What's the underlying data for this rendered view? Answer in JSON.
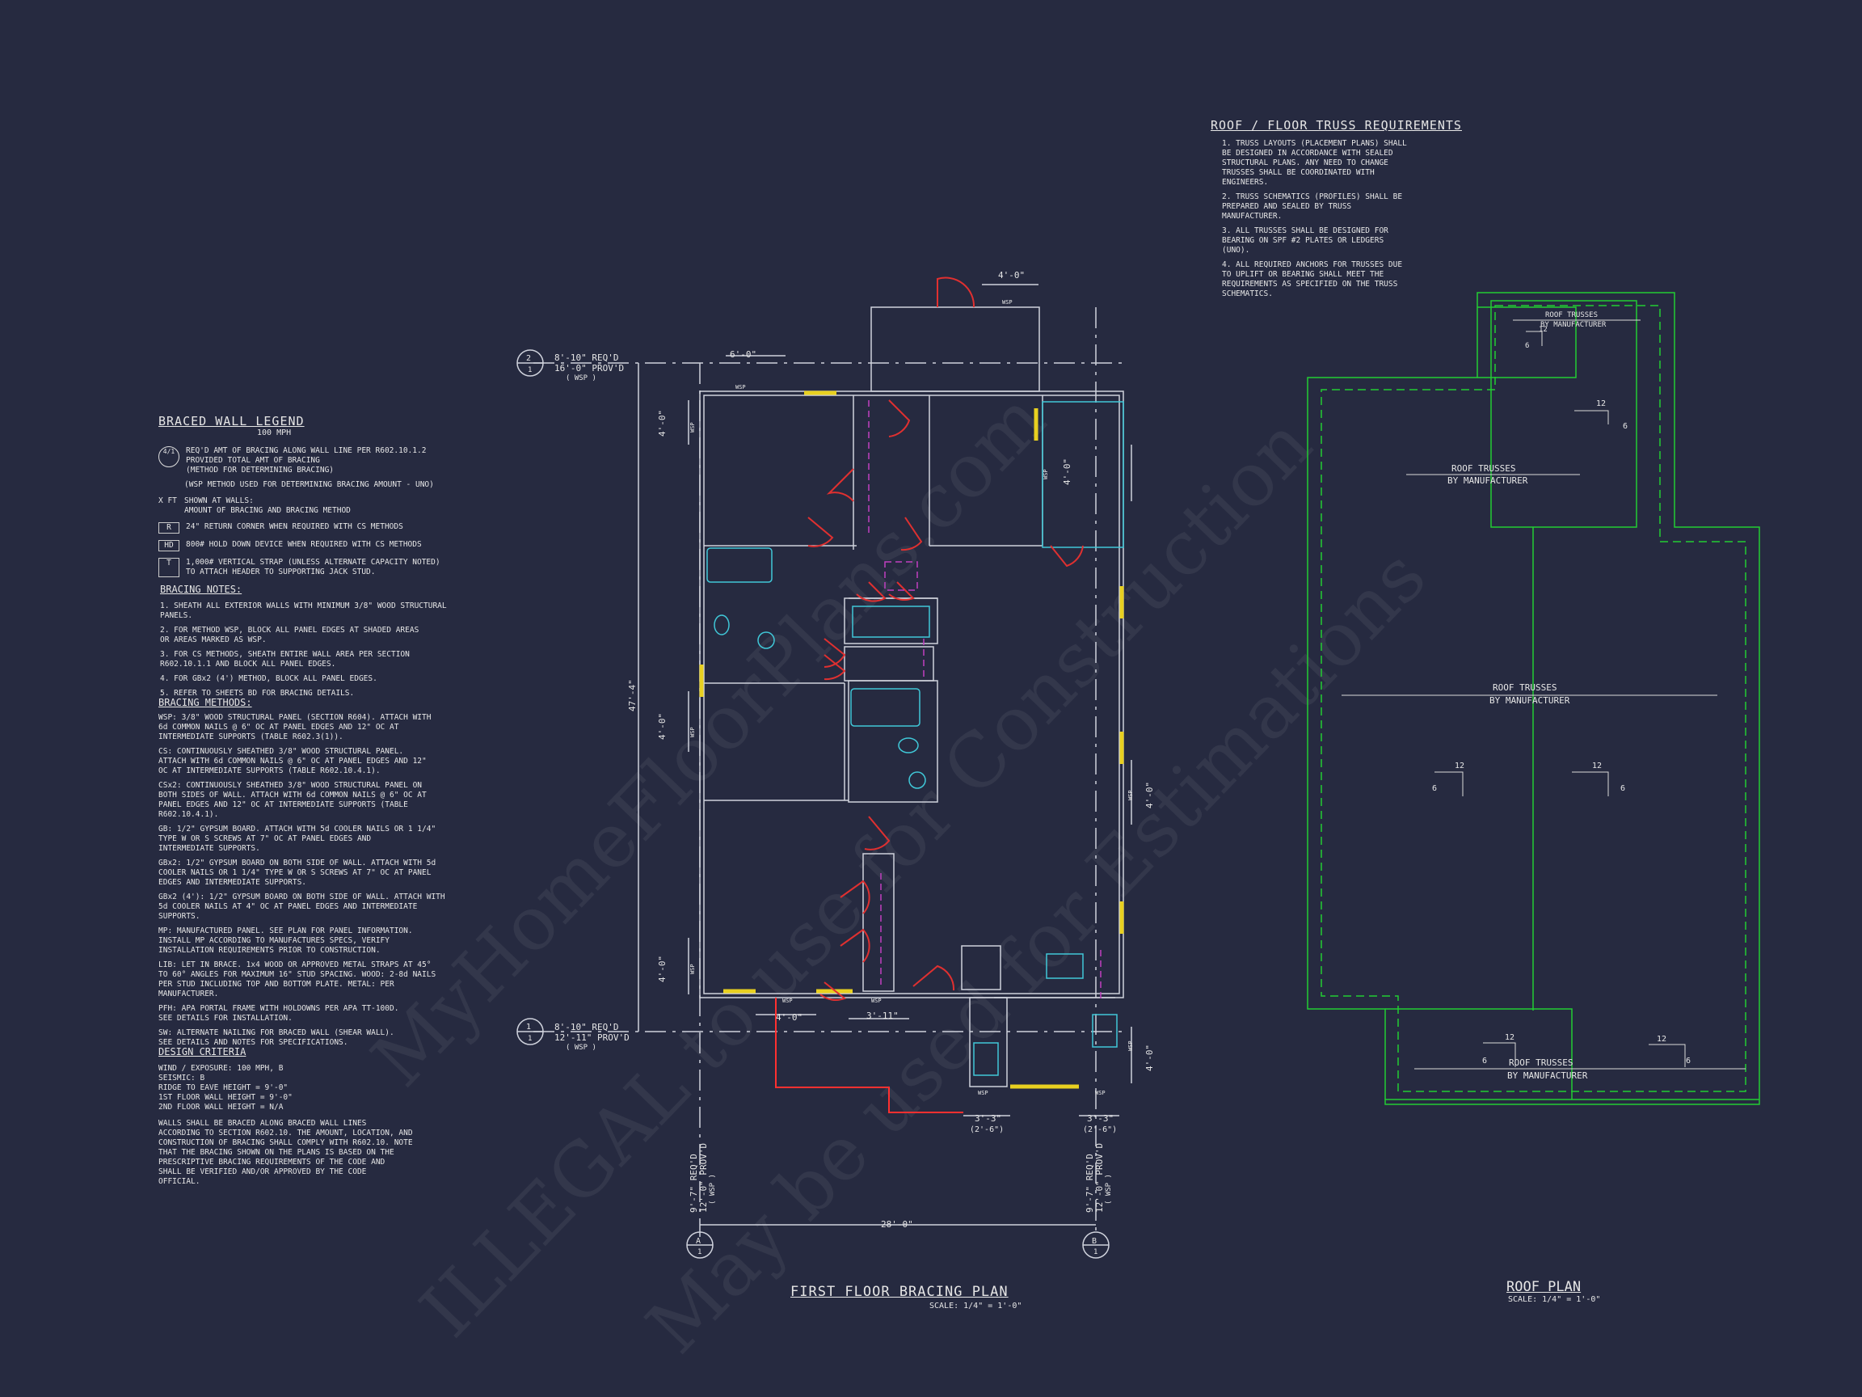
{
  "colors": {
    "background": "#262a40",
    "linework": "#cfd2dc",
    "bracing": "#e8d020",
    "doors": "#e03030",
    "fixtures": "#40c8d8",
    "dashes": "#c040c0",
    "roof": "#22cc33",
    "hatch": "#ff3030"
  },
  "legend": {
    "title": "BRACED WALL LEGEND",
    "subtitle": "100 MPH",
    "items": [
      {
        "symbol": "4/1",
        "text": "REQ'D AMT OF BRACING ALONG WALL LINE PER R602.10.1.2\nPROVIDED TOTAL AMT OF BRACING\n(METHOD FOR DETERMINING BRACING)"
      },
      {
        "symbol": "",
        "text": "(WSP METHOD USED FOR DETERMINING BRACING AMOUNT - UNO)"
      },
      {
        "symbol": "X FT",
        "text": "SHOWN AT WALLS:\nAMOUNT OF BRACING AND BRACING METHOD"
      },
      {
        "symbol": "R",
        "text": "24\" RETURN CORNER WHEN REQUIRED WITH CS METHODS"
      },
      {
        "symbol": "HD",
        "text": "800# HOLD DOWN DEVICE WHEN REQUIRED WITH CS METHODS"
      },
      {
        "symbol": "T",
        "text": "1,000# VERTICAL STRAP (UNLESS ALTERNATE CAPACITY NOTED)\nTO ATTACH HEADER TO SUPPORTING JACK STUD."
      }
    ]
  },
  "bracing_notes": {
    "title": "BRACING NOTES:",
    "items": [
      "1. SHEATH ALL EXTERIOR WALLS WITH MINIMUM 3/8\" WOOD STRUCTURAL\nPANELS.",
      "2. FOR METHOD WSP, BLOCK ALL PANEL EDGES AT SHADED AREAS\nOR AREAS MARKED AS WSP.",
      "3. FOR CS METHODS, SHEATH ENTIRE WALL AREA PER SECTION\nR602.10.1.1 AND BLOCK ALL PANEL EDGES.",
      "4. FOR GBx2 (4') METHOD, BLOCK ALL PANEL EDGES.",
      "5. REFER TO SHEETS BD FOR BRACING DETAILS."
    ]
  },
  "bracing_methods": {
    "title": "BRACING METHODS:",
    "items": [
      "WSP: 3/8\" WOOD STRUCTURAL PANEL (SECTION R604). ATTACH WITH\n6d COMMON NAILS @ 6\" OC AT PANEL EDGES AND 12\" OC AT\nINTERMEDIATE SUPPORTS (TABLE R602.3(1)).",
      "CS: CONTINUOUSLY SHEATHED 3/8\" WOOD STRUCTURAL PANEL.\nATTACH WITH 6d COMMON NAILS @ 6\" OC AT PANEL EDGES AND 12\"\nOC AT INTERMEDIATE SUPPORTS (TABLE R602.10.4.1).",
      "CSx2: CONTINUOUSLY SHEATHED 3/8\" WOOD STRUCTURAL PANEL ON\nBOTH SIDES OF WALL. ATTACH WITH 6d COMMON NAILS @ 6\" OC AT\nPANEL EDGES AND 12\" OC AT INTERMEDIATE SUPPORTS (TABLE\nR602.10.4.1).",
      "GB: 1/2\" GYPSUM BOARD. ATTACH WITH 5d COOLER NAILS OR 1 1/4\"\nTYPE W OR S SCREWS AT 7\" OC AT PANEL EDGES AND\nINTERMEDIATE SUPPORTS.",
      "GBx2: 1/2\" GYPSUM BOARD ON BOTH SIDE OF WALL. ATTACH WITH 5d\nCOOLER NAILS OR 1 1/4\" TYPE W OR S SCREWS AT 7\" OC AT PANEL\nEDGES AND INTERMEDIATE SUPPORTS.",
      "GBx2 (4'): 1/2\" GYPSUM BOARD ON BOTH SIDE OF WALL. ATTACH WITH\n5d COOLER NAILS AT 4\" OC AT PANEL EDGES AND INTERMEDIATE\nSUPPORTS.",
      "MP: MANUFACTURED PANEL. SEE PLAN FOR PANEL INFORMATION.\nINSTALL MP ACCORDING TO MANUFACTURES SPECS, VERIFY\nINSTALLATION REQUIREMENTS PRIOR TO CONSTRUCTION.",
      "LIB: LET IN BRACE. 1x4 WOOD OR APPROVED METAL STRAPS AT 45°\nTO 60° ANGLES FOR MAXIMUM 16\" STUD SPACING. WOOD: 2-8d NAILS\nPER STUD INCLUDING TOP AND BOTTOM PLATE. METAL: PER\nMANUFACTURER.",
      "PFH: APA PORTAL FRAME WITH HOLDOWNS PER APA TT-100D.\nSEE DETAILS FOR INSTALLATION.",
      "SW: ALTERNATE NAILING FOR BRACED WALL (SHEAR WALL).\nSEE DETAILS AND NOTES FOR SPECIFICATIONS."
    ]
  },
  "design_criteria": {
    "title": "DESIGN CRITERIA",
    "items": [
      "WIND / EXPOSURE:  100 MPH, B\nSEISMIC:  B\nRIDGE TO EAVE HEIGHT = 9'-0\"\n1ST FLOOR WALL HEIGHT = 9'-0\"\n2ND FLOOR WALL HEIGHT = N/A",
      "WALLS SHALL BE BRACED ALONG BRACED WALL LINES\nACCORDING TO SECTION R602.10. THE AMOUNT, LOCATION, AND\nCONSTRUCTION OF BRACING SHALL COMPLY WITH R602.10. NOTE\nTHAT THE BRACING SHOWN ON THE PLANS IS BASED ON THE\nPRESCRIPTIVE BRACING REQUIREMENTS OF THE CODE AND\nSHALL BE VERIFIED AND/OR APPROVED BY THE CODE\nOFFICIAL."
    ]
  },
  "truss": {
    "title": "ROOF / FLOOR  TRUSS REQUIREMENTS",
    "items": [
      "1. TRUSS LAYOUTS (PLACEMENT PLANS) SHALL\nBE DESIGNED IN ACCORDANCE WITH SEALED\nSTRUCTURAL PLANS. ANY NEED TO CHANGE\nTRUSSES SHALL BE COORDINATED WITH\nENGINEERS.",
      "2. TRUSS SCHEMATICS (PROFILES) SHALL BE\nPREPARED AND SEALED BY TRUSS\nMANUFACTURER.",
      "3. ALL TRUSSES SHALL BE DESIGNED FOR\nBEARING ON SPF #2 PLATES OR LEDGERS\n(UNO).",
      "4. ALL REQUIRED ANCHORS FOR TRUSSES DUE\nTO UPLIFT OR BEARING SHALL MEET THE\nREQUIREMENTS AS SPECIFIED ON THE TRUSS\nSCHEMATICS."
    ]
  },
  "plan": {
    "title": "FIRST FLOOR BRACING PLAN",
    "scale": "SCALE: 1/4\" = 1'-0\"",
    "line2": {
      "num": "2",
      "sub": "1",
      "req": "8'-10\" REQ'D",
      "prov": "16'-0\" PROV'D",
      "method": "( WSP )"
    },
    "line1": {
      "num": "1",
      "sub": "1",
      "req": "8'-10\" REQ'D",
      "prov": "12'-11\" PROV'D",
      "method": "( WSP )"
    },
    "lineA": {
      "letter": "A",
      "sub": "1",
      "req": "9'-7\" REQ'D",
      "prov": "12'-0\" PROV'D",
      "method": "( WSP )"
    },
    "lineB": {
      "letter": "B",
      "sub": "1",
      "req": "9'-7\" REQ'D",
      "prov": "12'-0\" PROV'D",
      "method": "( WSP )"
    },
    "dims": {
      "width": "28'-0\"",
      "depth": "47'-4\"",
      "top1": "6'-0\"",
      "top2": "4'-0\"",
      "left1": "4'-0\"",
      "left2": "4'-0\"",
      "left3": "4'-0\"",
      "right1": "4'-0\"",
      "right2": "4'-0\"",
      "right3": "4'-0\"",
      "bot1": "4'-0\"",
      "bot2": "3'-11\"",
      "bot3": "3'-3\"",
      "bot3b": "(2'-6\")",
      "bot4": "3'-3\"",
      "bot4b": "(2'-6\")"
    },
    "tag": "WSP"
  },
  "roof": {
    "title": "ROOF PLAN",
    "scale": "SCALE: 1/4\" = 1'-0\"",
    "label_line1": "ROOF TRUSSES",
    "label_line2": "BY MANUFACTURER",
    "pitch_rise": "12",
    "pitch_run": "6"
  },
  "watermark": {
    "line1": "ILLEGAL to use for Construction",
    "line2": "MyHomeFloorPlans.com",
    "line3": "May be used for Estimations"
  }
}
